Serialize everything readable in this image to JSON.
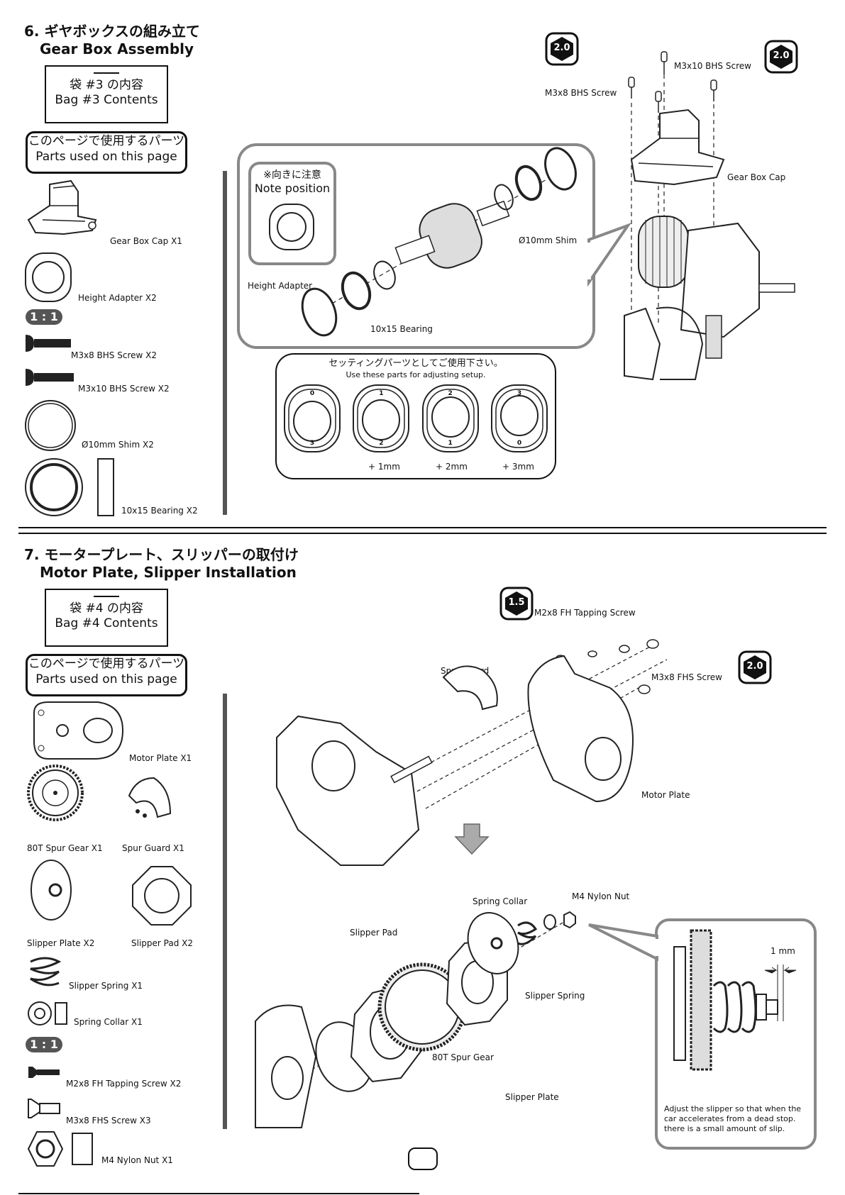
{
  "section6": {
    "title_jp": "6. ギヤボックスの組み立て",
    "title_en": "Gear Box Assembly",
    "bag_jp": "袋 #3 の内容",
    "bag_en": "Bag #3 Contents",
    "parts_jp": "このページで使用するパーツ",
    "parts_en": "Parts used on this page",
    "parts": {
      "gear_box_cap": "Gear Box Cap X1",
      "height_adapter": "Height Adapter X2",
      "scale": "1 : 1",
      "m3x8_bhs": "M3x8 BHS Screw X2",
      "m3x10_bhs": "M3x10 BHS Screw X2",
      "shim": "Ø10mm Shim X2",
      "bearing": "10x15 Bearing X2"
    },
    "diagram": {
      "hex_a": "2.0",
      "hex_b": "2.0",
      "m3x10": "M3x10 BHS Screw",
      "m3x8": "M3x8 BHS Screw",
      "gear_box_cap": "Gear Box Cap",
      "note_jp": "※向きに注意",
      "note_en": "Note position",
      "shim": "Ø10mm Shim",
      "height_adapter": "Height Adapter",
      "bearing": "10x15 Bearing",
      "setting_jp": "セッティングパーツとしてご使用下さい。",
      "setting_en": "Use these parts for adjusting setup.",
      "offsets": [
        "+ 1mm",
        "+ 2mm",
        "+ 3mm"
      ],
      "adapters": [
        {
          "top": "0",
          "bottom": "3"
        },
        {
          "top": "1",
          "bottom": "2"
        },
        {
          "top": "2",
          "bottom": "1"
        },
        {
          "top": "3",
          "bottom": "0"
        }
      ]
    }
  },
  "section7": {
    "title_jp": "7. モータープレート、スリッパーの取付け",
    "title_en": "Motor Plate, Slipper Installation",
    "bag_jp": "袋 #4 の内容",
    "bag_en": "Bag #4 Contents",
    "parts_jp": "このページで使用するパーツ",
    "parts_en": "Parts used on this page",
    "parts": {
      "motor_plate": "Motor Plate X1",
      "spur_gear": "80T Spur Gear X1",
      "spur_guard": "Spur Guard X1",
      "slipper_plate": "Slipper Plate X2",
      "slipper_pad": "Slipper Pad X2",
      "slipper_spring": "Slipper Spring X1",
      "spring_collar": "Spring Collar X1",
      "scale": "1 : 1",
      "m2x8_fh": "M2x8 FH Tapping Screw X2",
      "m3x8_fhs": "M3x8 FHS Screw X3",
      "m4_nut": "M4 Nylon Nut X1"
    },
    "diagram": {
      "hex_a": "1.5",
      "hex_b": "2.0",
      "m2x8": "M2x8 FH Tapping Screw",
      "spur_guard": "Spur Guard",
      "m3x8_fhs": "M3x8 FHS Screw",
      "motor_plate": "Motor Plate",
      "spring_collar": "Spring Collar",
      "m4_nut": "M4 Nylon Nut",
      "slipper_pad": "Slipper Pad",
      "slipper_spring": "Slipper Spring",
      "spur_gear": "80T Spur Gear",
      "slipper_plate": "Slipper Plate",
      "gap": "1 mm",
      "adjust_note": "Adjust the slipper so that when the car accelerates from a dead stop. there is a small amount of slip."
    }
  }
}
